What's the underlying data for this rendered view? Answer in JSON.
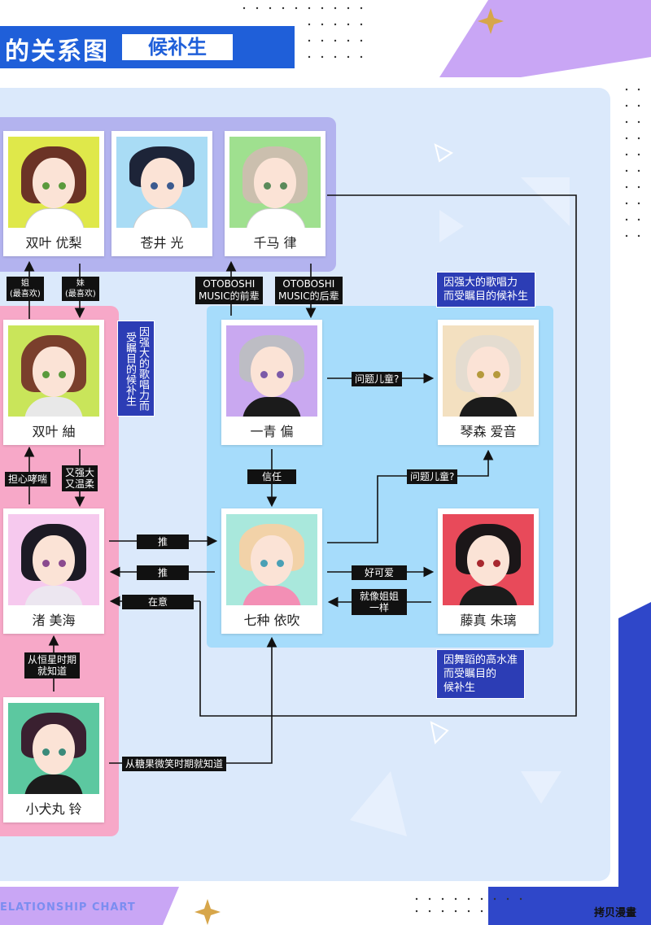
{
  "header": {
    "title": "的关系图",
    "tag": "候补生"
  },
  "characters": {
    "futaba_yuri": "双叶 优梨",
    "aoi_hikaru": "苍井 光",
    "chima_ritsu": "千马 律",
    "futaba_tsumugi": "双叶 紬",
    "ichinose_kanade": "一青 偏",
    "kotomori_aine": "琴森 爱音",
    "nagisa_miumi": "渚 美海",
    "nanakusa_ibuki": "七种 依吹",
    "fujima_shuri": "藤真 朱璃",
    "koinumaru_rin": "小犬丸 铃"
  },
  "labels": {
    "older_sister": "姐\n(最喜欢)",
    "younger_sister": "妹\n(最喜欢)",
    "senior": "OTOBOSHI\nMUSIC的前辈",
    "junior": "OTOBOSHI\nMUSIC的后辈",
    "worry": "担心哮喘",
    "strong_gentle": "又强大\n又温柔",
    "problem_child_1": "问题儿童?",
    "trust": "信任",
    "problem_child_2": "问题儿童?",
    "push_1": "推",
    "push_2": "推",
    "care": "在意",
    "cute": "好可爱",
    "like_sister": "就像姐姐\n一样",
    "since_star": "从恒星时期\n就知道",
    "since_candy": "从糖果微笑时期就知道"
  },
  "notes": {
    "tsumugi_note": "因强大的歌唱力而受瞩目的候补生",
    "aine_note": "因强大的歌唱力\n而受瞩目的候补生",
    "shuri_note": "因舞蹈的高水准\n而受瞩目的\n候补生"
  },
  "footer": {
    "chart_label": "ELATIONSHIP CHART",
    "watermark": "拷贝漫畫"
  },
  "colors": {
    "title_blue": "#1f5fd9",
    "note_blue": "#2c3db5",
    "panel": "#dbe9fb",
    "group_purple": "#b3b3ef",
    "group_pink": "#f7a8c8",
    "group_blue": "#a6dcfb"
  }
}
